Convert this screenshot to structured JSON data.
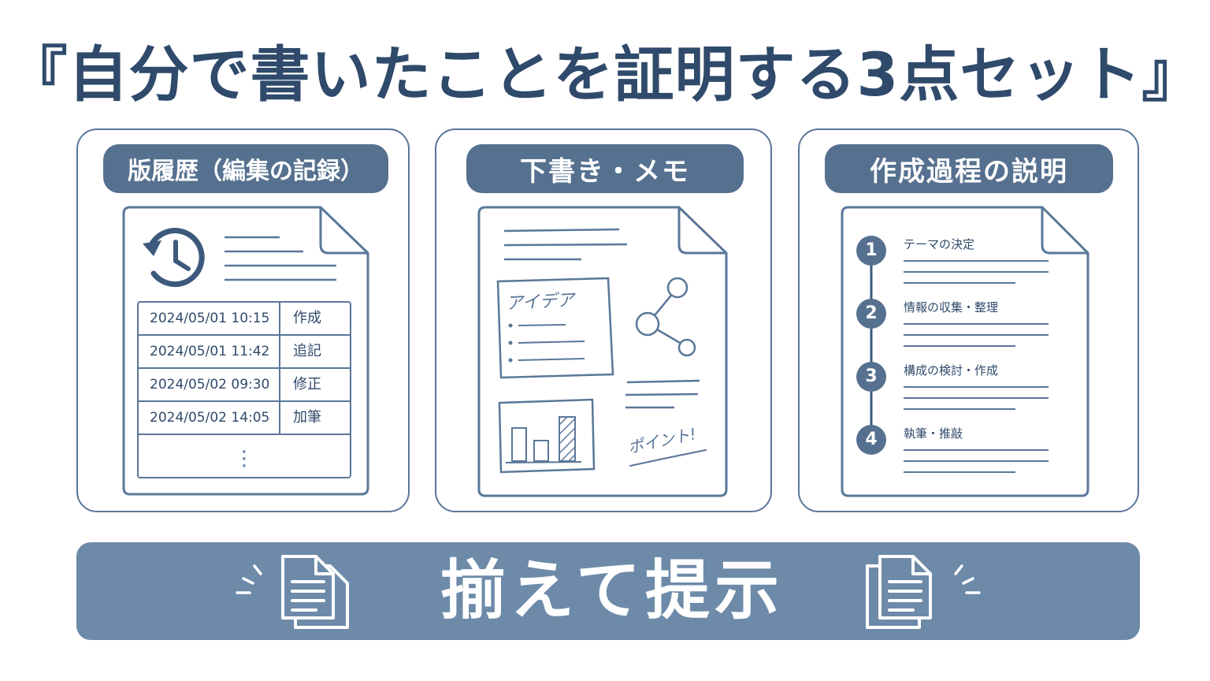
{
  "title": "『自分で書いたことを証明する3点セット』",
  "cards": [
    {
      "label": "版履歴（編集の記録）",
      "rows": [
        {
          "date": "2024/05/01  10:15",
          "action": "作成"
        },
        {
          "date": "2024/05/01  11:42",
          "action": "追記"
        },
        {
          "date": "2024/05/02  09:30",
          "action": "修正"
        },
        {
          "date": "2024/05/02  14:05",
          "action": "加筆"
        }
      ],
      "more": "⋮"
    },
    {
      "label": "下書き・メモ",
      "idea_note": "アイデア",
      "point_note": "ポイント!"
    },
    {
      "label": "作成過程の説明",
      "steps": [
        {
          "num": "1",
          "text": "テーマの決定"
        },
        {
          "num": "2",
          "text": "情報の収集・整理"
        },
        {
          "num": "3",
          "text": "構成の検討・作成"
        },
        {
          "num": "4",
          "text": "執筆・推敲"
        }
      ]
    }
  ],
  "banner": {
    "text": "揃えて提示"
  },
  "colors": {
    "primary": "#2f4a6b",
    "pill": "#56718f",
    "banner": "#6d8aa9",
    "stroke": "#5a7799"
  },
  "icons": [
    "history-clock-icon",
    "share-nodes-icon",
    "bar-chart-icon",
    "documents-icon",
    "sparkle-icon"
  ]
}
